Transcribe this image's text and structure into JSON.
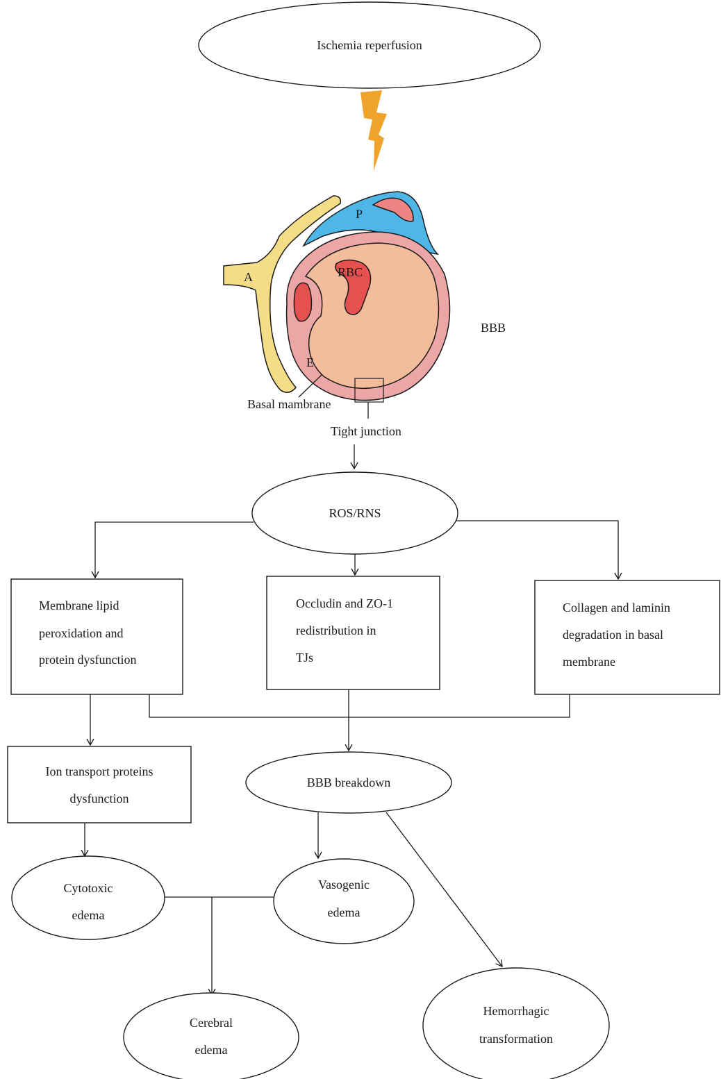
{
  "title_node": {
    "label": "Ischemia reperfusion"
  },
  "bbb_diagram": {
    "side_label": "BBB",
    "cells": {
      "astrocyte": "A",
      "pericyte": "P",
      "red_blood_cell": "RBC",
      "endothelium": "E"
    },
    "callouts": {
      "basal_membrane": "Basal mambrane",
      "tight_junction": "Tight junction"
    },
    "colors": {
      "astrocyte": "#f5dc86",
      "pericyte": "#4fb6e8",
      "pericyte_nucleus": "#ee8584",
      "endothelium_wall": "#eda6a6",
      "lumen": "#f3bc9b",
      "rbc": "#e5514f",
      "bolt": "#f0a32a"
    }
  },
  "nodes": {
    "ros": "ROS/RNS",
    "lipid": [
      "Membrane lipid",
      "peroxidation and",
      "protein dysfunction"
    ],
    "occludin": [
      "Occludin and ZO-1",
      "redistribution in",
      "TJs"
    ],
    "collagen": [
      "Collagen and laminin",
      "degradation in basal",
      "membrane"
    ],
    "ion": [
      "Ion transport proteins",
      "dysfunction"
    ],
    "bbb_breakdown": "BBB breakdown",
    "cytotoxic": [
      "Cytotoxic",
      "edema"
    ],
    "vasogenic": [
      "Vasogenic",
      "edema"
    ],
    "cerebral": [
      "Cerebral",
      "edema"
    ],
    "hemorrhagic": [
      "Hemorrhagic",
      "transformation"
    ]
  }
}
